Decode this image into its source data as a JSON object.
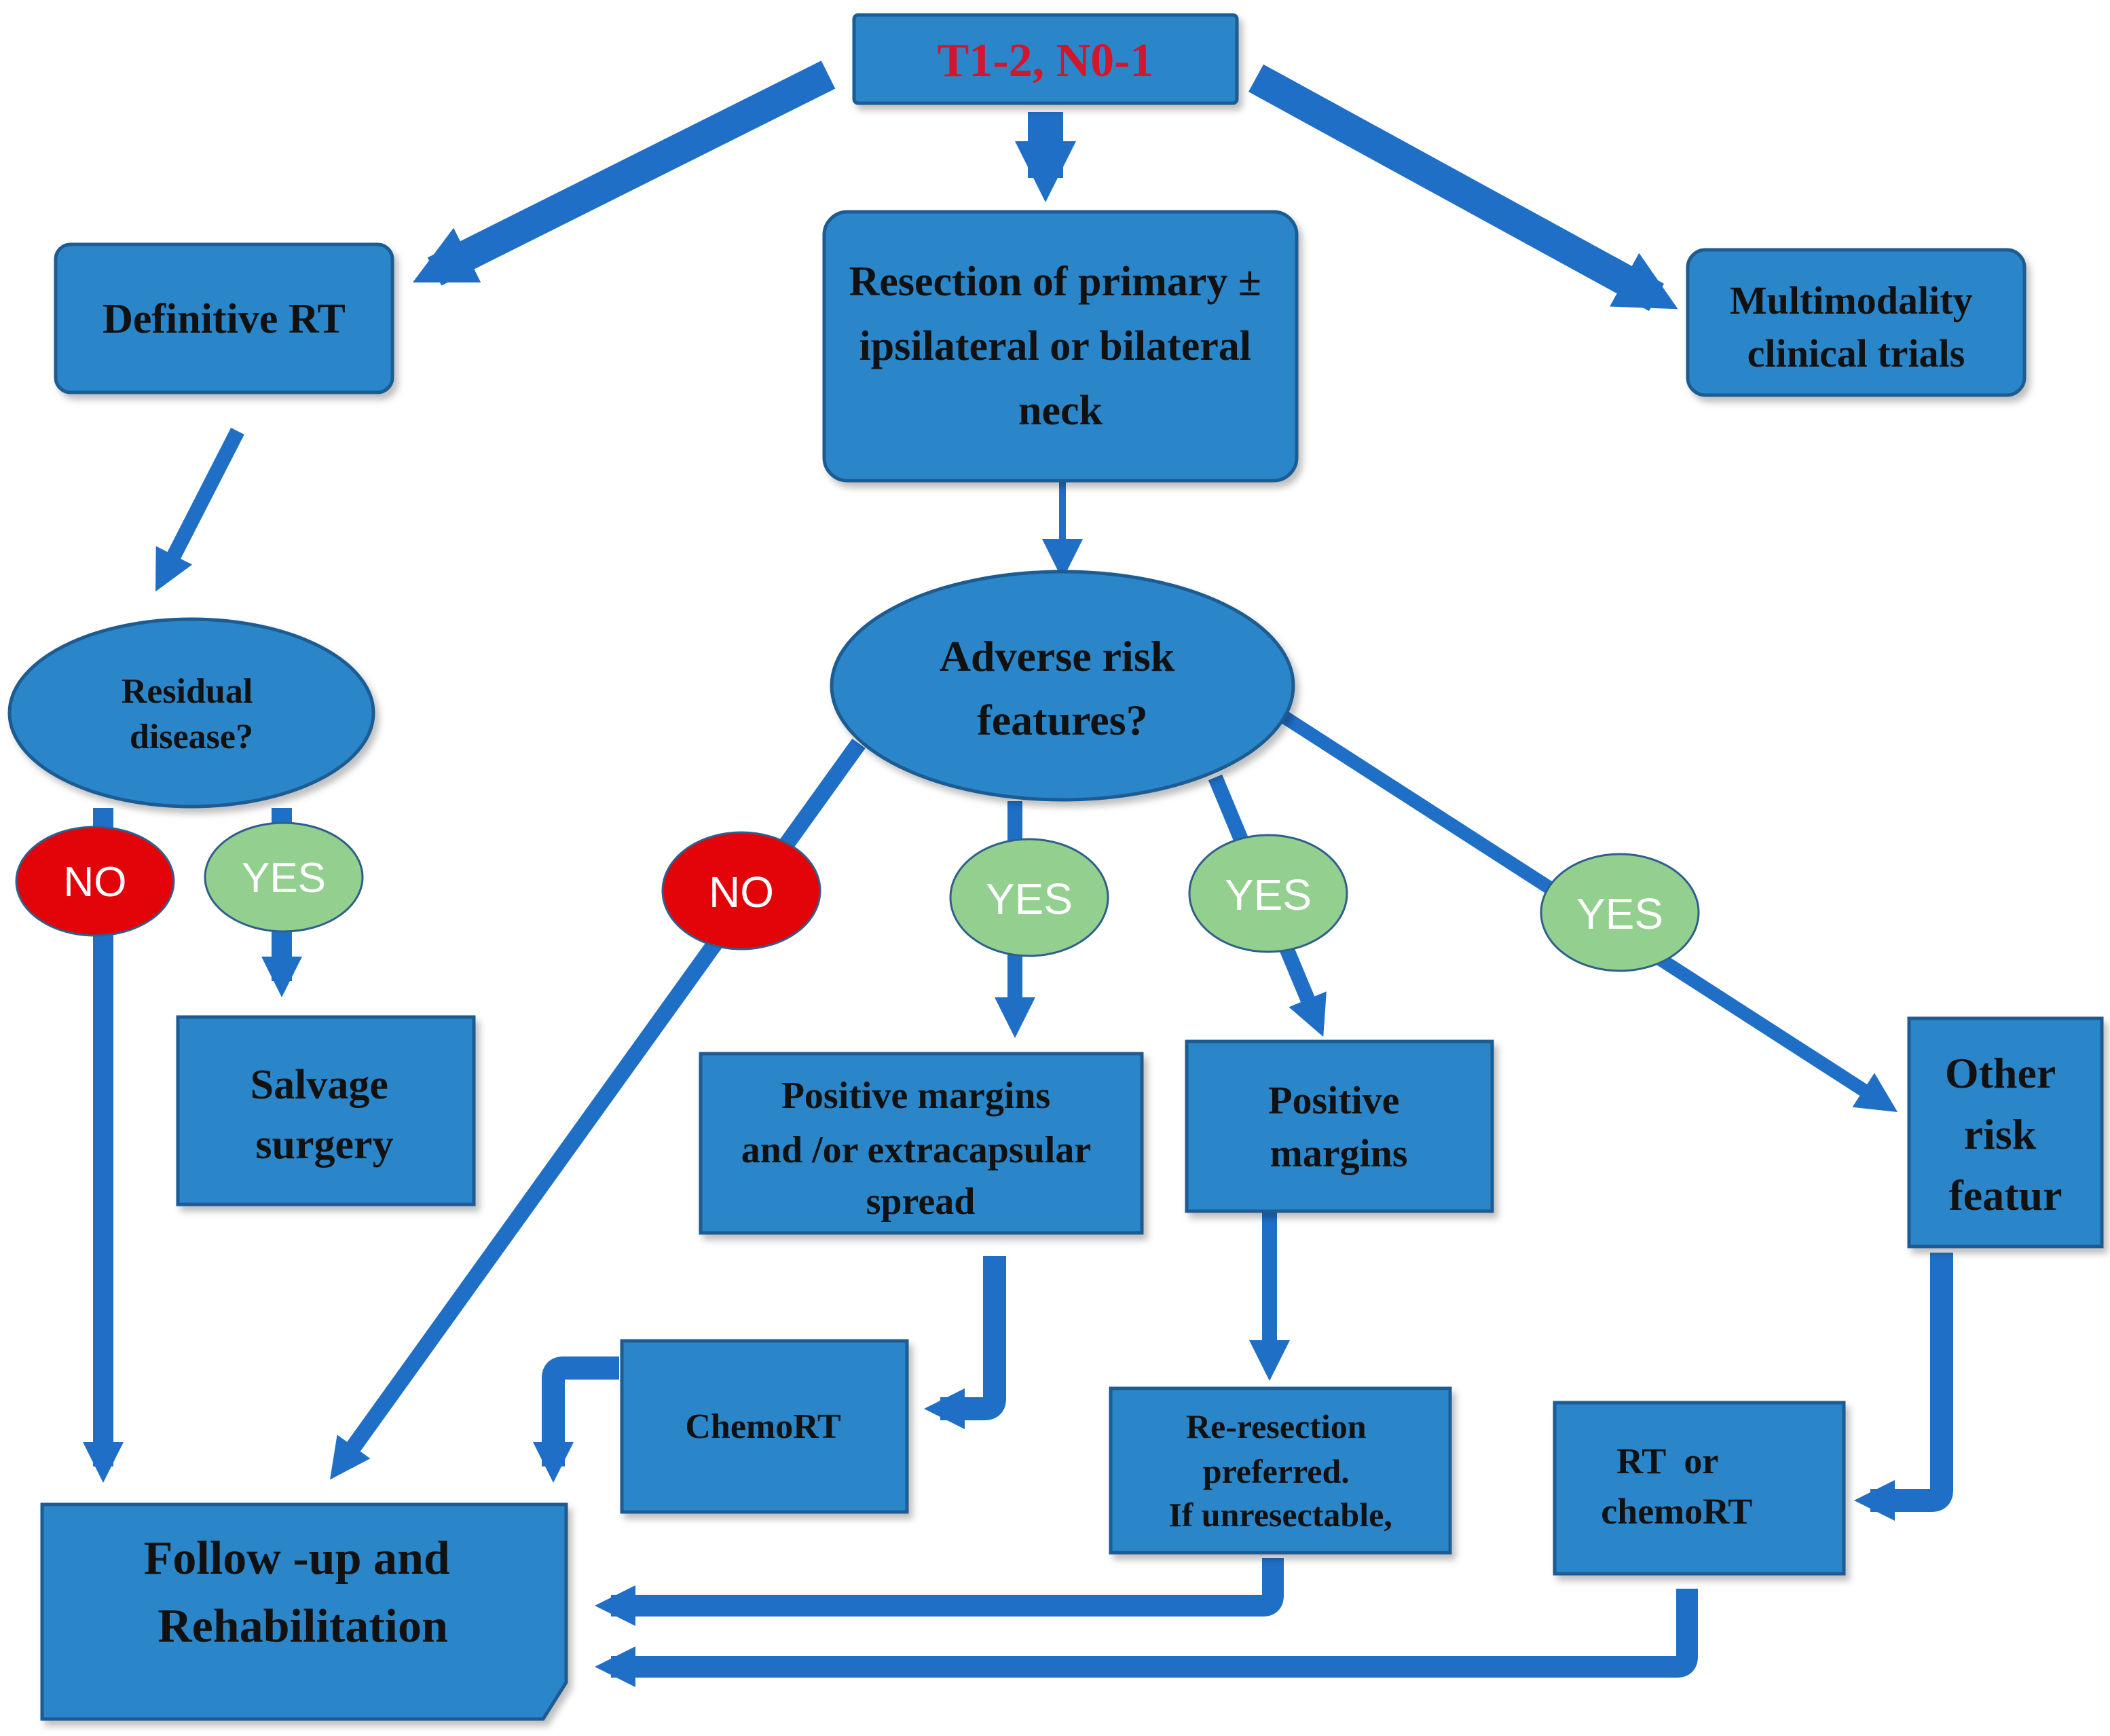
{
  "colors": {
    "box_fill": "#2a86c8",
    "box_stroke": "#1a5c93",
    "arrow": "#1f6fc7",
    "no_badge": "#e3040a",
    "yes_badge": "#93cf8e",
    "top_label": "#d2162c",
    "text": "#111111"
  },
  "nodes": {
    "start": "T1-2, N0-1",
    "definitive_rt": "Definitive RT",
    "resection": [
      "Resection of primary ±",
      "ipsilateral or bilateral",
      "neck"
    ],
    "multimodality": [
      "Multimodality",
      "clinical trials"
    ],
    "residual": [
      "Residual",
      "disease?"
    ],
    "adverse": [
      "Adverse risk",
      "features?"
    ],
    "salvage": [
      "Salvage",
      "surgery"
    ],
    "positive_ece": [
      "Positive margins",
      "and /or extracapsular",
      "spread"
    ],
    "positive_margins": [
      "Positive",
      "margins"
    ],
    "other_risk": [
      "Other",
      "risk",
      "featur"
    ],
    "chemort": "ChemoRT",
    "reresection": [
      "Re-resection",
      "preferred.",
      "If unresectable,"
    ],
    "rt_or_chemort": [
      "RT  or",
      "chemoRT"
    ],
    "followup": [
      "Follow -up and",
      "Rehabilitation"
    ]
  },
  "badges": {
    "residual_no": "NO",
    "residual_yes": "YES",
    "adverse_no": "NO",
    "adverse_yes_1": "YES",
    "adverse_yes_2": "YES",
    "adverse_yes_3": "YES"
  }
}
